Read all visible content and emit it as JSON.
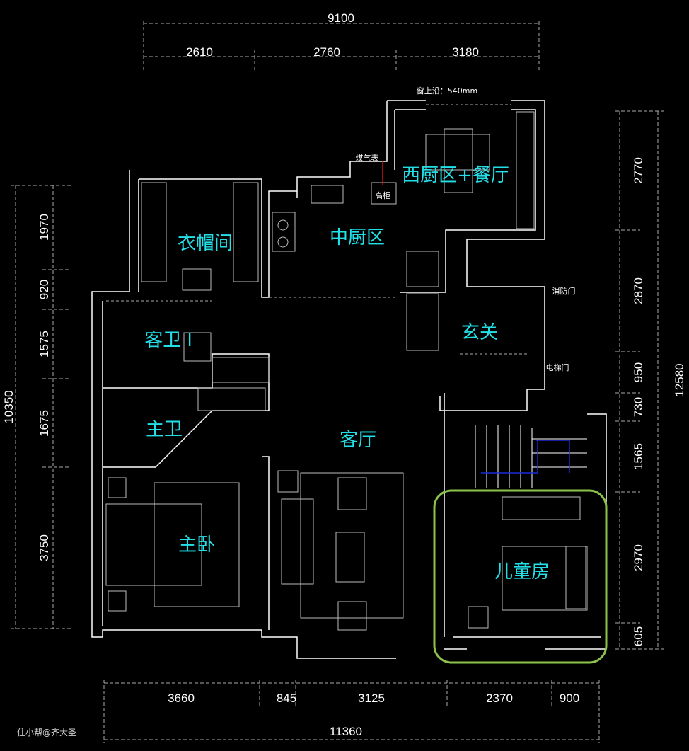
{
  "dimensions": {
    "top_total": "9100",
    "top": [
      "2610",
      "2760",
      "3180"
    ],
    "right_total": "12580",
    "right": [
      "2770",
      "2870",
      "950",
      "730",
      "1565",
      "2970",
      "605"
    ],
    "left_total": "10350",
    "left": [
      "1970",
      "920",
      "1575",
      "1675",
      "3750"
    ],
    "bottom_total": "11360",
    "bottom": [
      "3660",
      "845",
      "3125",
      "2370",
      "900"
    ]
  },
  "rooms": {
    "west_kitchen_dining": "西厨区+餐厅",
    "cloakroom": "衣帽间",
    "middle_kitchen": "中厨区",
    "foyer": "玄关",
    "guest_bath": "客卫 l",
    "master_bath": "主卫",
    "living_room": "客厅",
    "master_bedroom": "主卧",
    "kids_room": "儿童房"
  },
  "notes": {
    "window_sill": "窗上沿：540mm",
    "gas_meter": "煤气表",
    "tall_cabinet": "高柜",
    "fire_door": "消防门",
    "elevator_door": "电梯门"
  },
  "watermark": "住小帮@齐大圣",
  "colors": {
    "room_label": "#22e0e8",
    "highlight": "#8bc34a",
    "stairs": "#1a2bd8",
    "gas_line": "#d01010"
  }
}
